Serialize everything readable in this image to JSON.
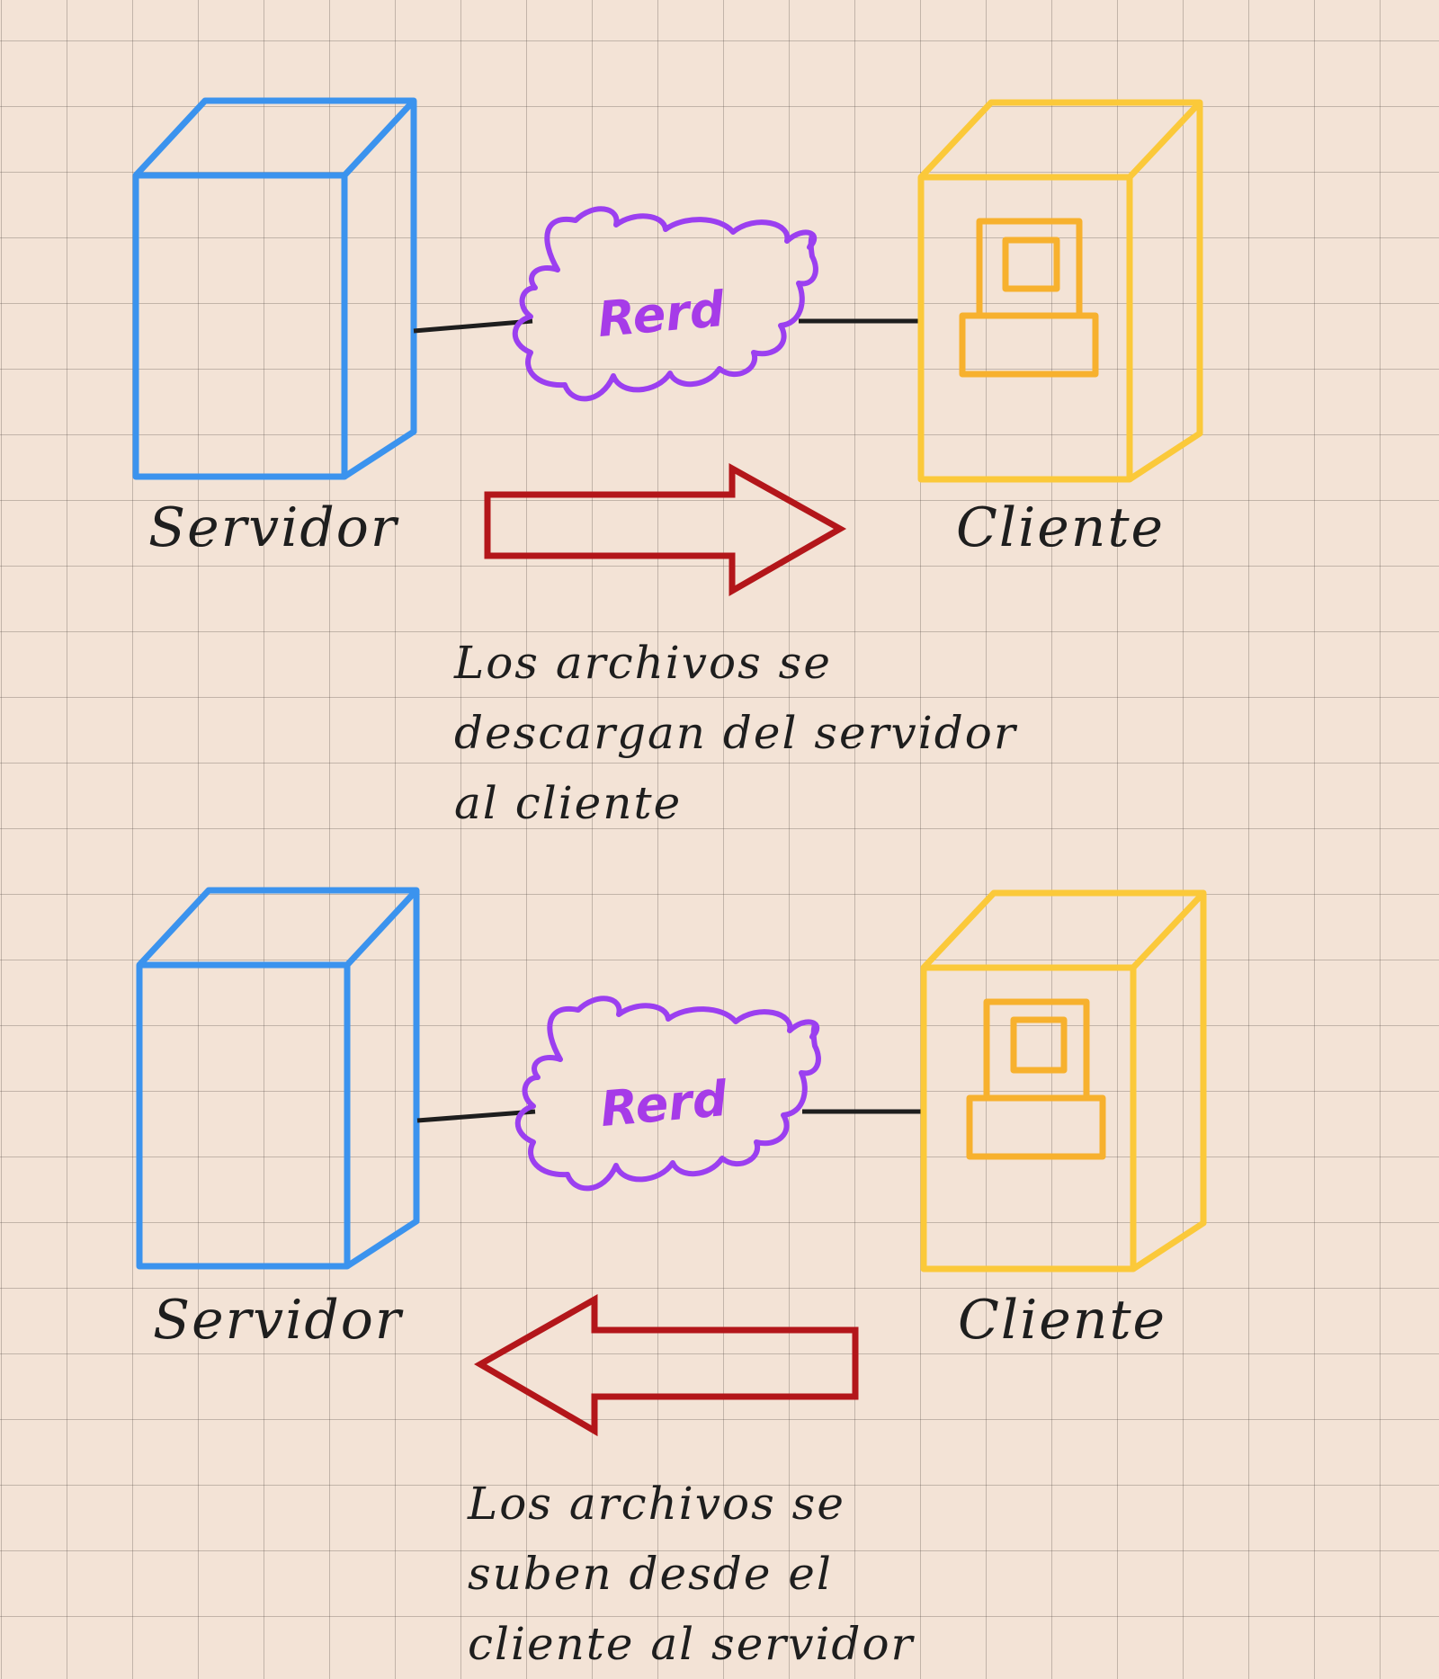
{
  "colors": {
    "background": "#f3e3d6",
    "server": "#3b93ee",
    "client_outline": "#fbc93a",
    "client_monitor": "#f7b12e",
    "network": "#9b3ff0",
    "arrow": "#b3161a",
    "ink": "#1e1e1e"
  },
  "panels": [
    {
      "server_label": "Servidor",
      "client_label": "Cliente",
      "network_label": "Rerd",
      "arrow_direction": "server-to-client",
      "caption": "Los archivos se\ndescargan del servidor\nal cliente"
    },
    {
      "server_label": "Servidor",
      "client_label": "Cliente",
      "network_label": "Rerd",
      "arrow_direction": "client-to-server",
      "caption": "Los archivos se\nsuben desde el\ncliente al servidor"
    }
  ]
}
